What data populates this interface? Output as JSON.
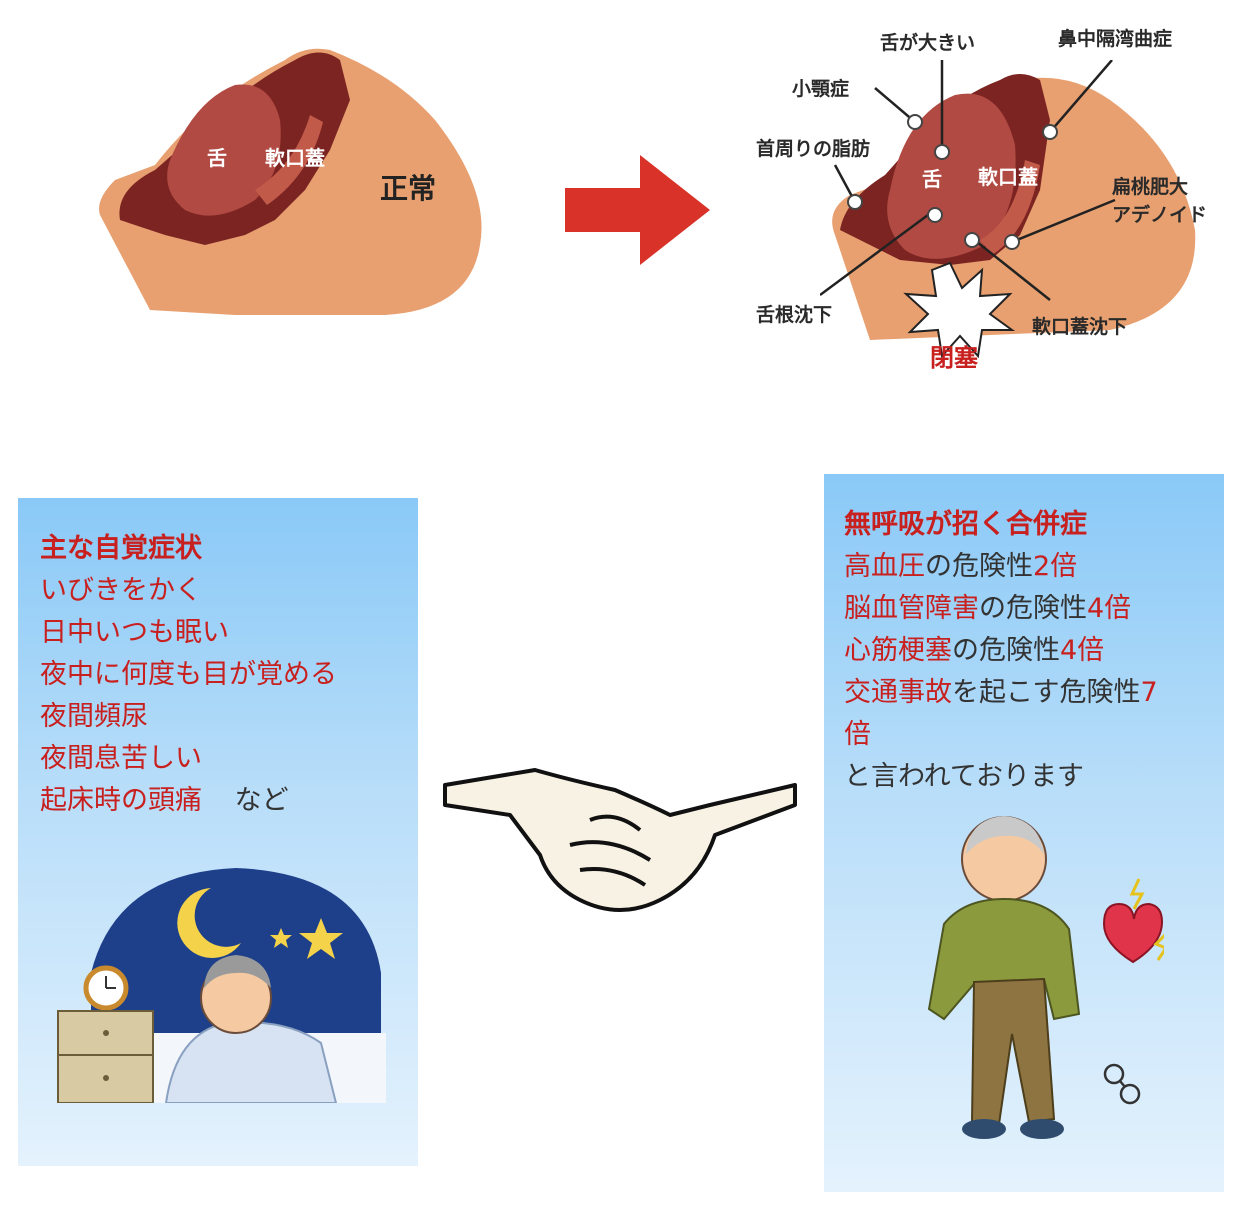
{
  "normal": {
    "label_state": "正常",
    "label_tongue": "舌",
    "label_palate": "軟口蓋"
  },
  "osa": {
    "label_tongue": "舌",
    "label_palate": "軟口蓋",
    "label_big_tongue": "舌が大きい",
    "label_septum": "鼻中隔湾曲症",
    "label_small_jaw": "小顎症",
    "label_neck_fat": "首周りの脂肪",
    "label_tonsil": "扁桃肥大",
    "label_adenoid": "アデノイド",
    "label_tongue_base": "舌根沈下",
    "label_palate_drop": "軟口蓋沈下",
    "label_obstruction": "閉塞"
  },
  "symptoms": {
    "title": "主な自覚症状",
    "items": [
      "いびきをかく",
      "日中いつも眠い",
      "夜中に何度も目が覚める",
      "夜間頻尿",
      "夜間息苦しい",
      "起床時の頭痛"
    ],
    "suffix": "など"
  },
  "complications": {
    "title": "無呼吸が招く合併症",
    "rows": [
      {
        "name": "高血圧",
        "mid": "の危険性",
        "val": "2倍"
      },
      {
        "name": "脳血管障害",
        "mid": "の危険性",
        "val": "4倍"
      },
      {
        "name": "心筋梗塞",
        "mid": "の危険性",
        "val": "4倍"
      }
    ],
    "traffic_name": "交通事故",
    "traffic_mid": "を起こす危険性",
    "traffic_val_a": "7",
    "traffic_val_b": "倍",
    "closing": "と言われております"
  },
  "colors": {
    "skin": "#e8a070",
    "airway_dark": "#7c2422",
    "tongue": "#a8403a",
    "arrow": "#d93228",
    "text_red": "#c8201e"
  }
}
